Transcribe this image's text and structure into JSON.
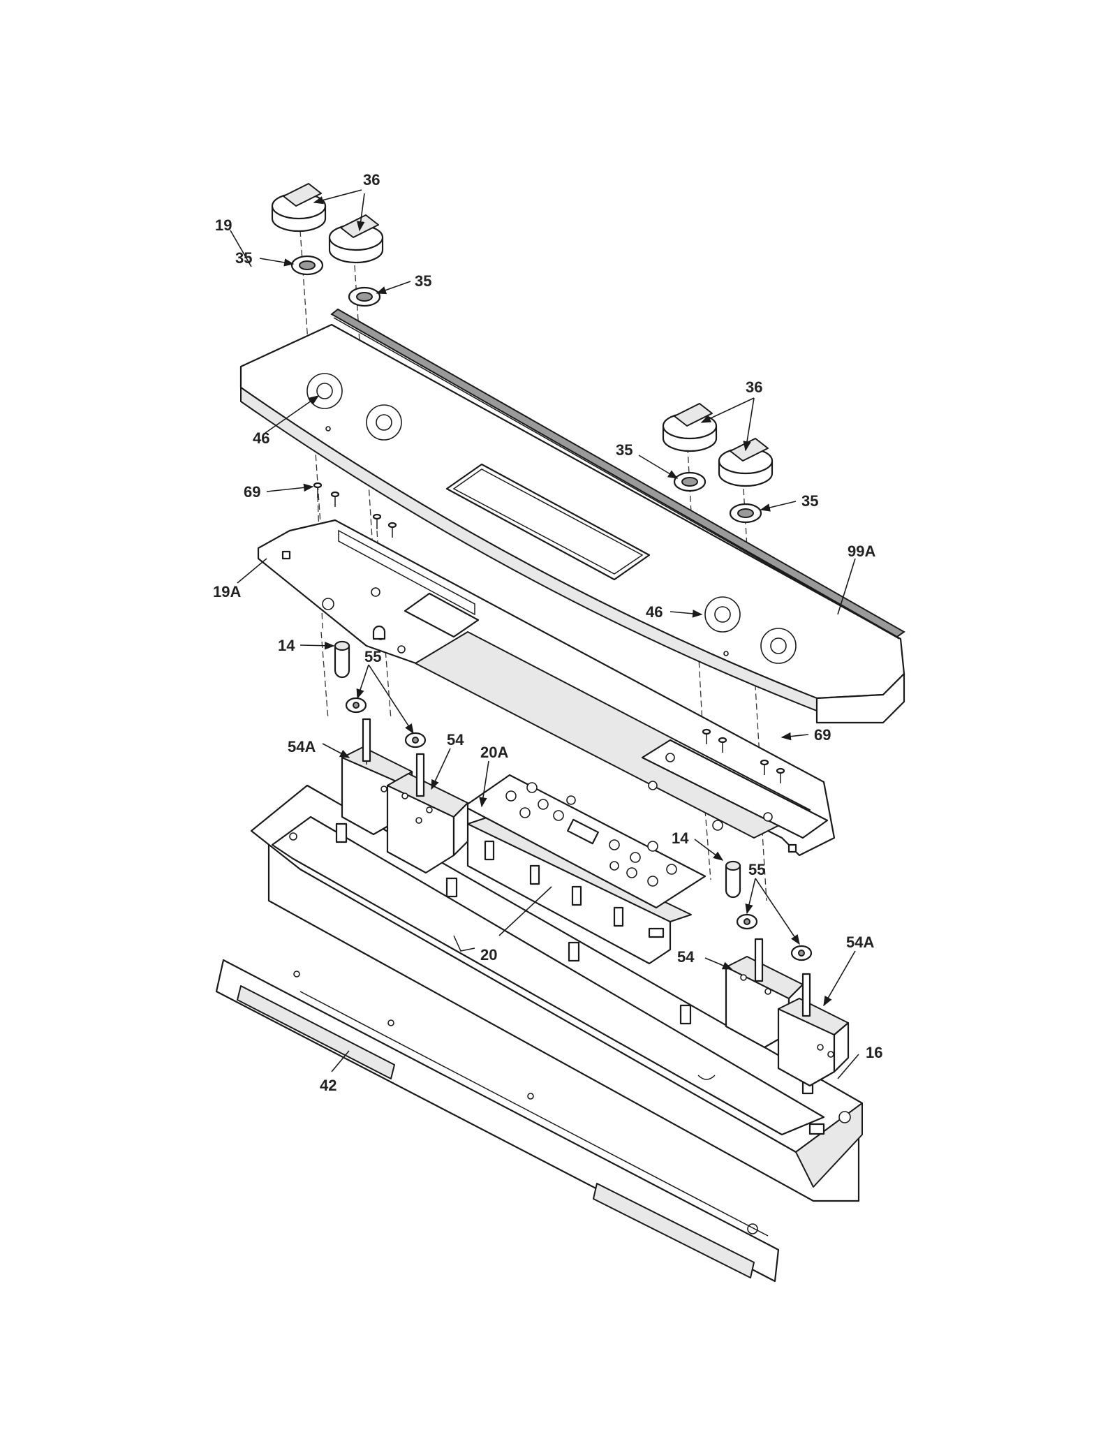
{
  "callouts": {
    "c36_tl": "36",
    "c35_tl_a": "35",
    "c35_tl_b": "35",
    "c19": "19",
    "c46_l": "46",
    "c36_r": "36",
    "c35_r_a": "35",
    "c35_r_b": "35",
    "c69_l": "69",
    "c99a": "99A",
    "c19a": "19A",
    "c46_r": "46",
    "c14_l": "14",
    "c55_l": "55",
    "c54a_l": "54A",
    "c54_l": "54",
    "c20a": "20A",
    "c69_r": "69",
    "c14_r": "14",
    "c55_r": "55",
    "c20": "20",
    "c54_r": "54",
    "c54a_r": "54A",
    "c16": "16",
    "c42": "42"
  }
}
